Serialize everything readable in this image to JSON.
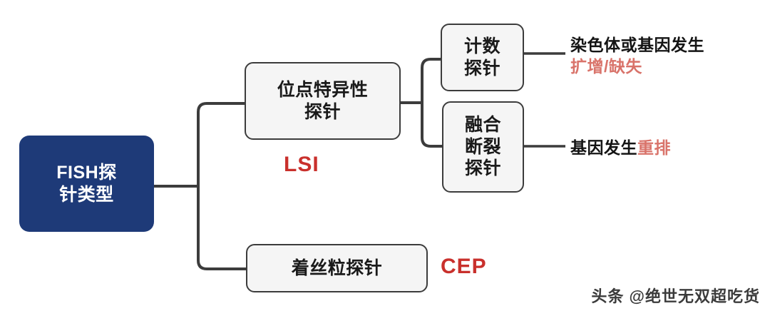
{
  "diagram": {
    "type": "tree",
    "title_node": {
      "id": "root",
      "label": "FISH探针\n针类型",
      "line1": "FISH探",
      "line2": "针类型",
      "color": "#1e3a78",
      "text_color": "#ffffff"
    },
    "branches": [
      {
        "id": "lsi",
        "line1": "位点特异性",
        "line2": "探针",
        "abbr": "LSI",
        "abbr_color": "#c9302c",
        "children": [
          {
            "id": "counting-probe",
            "line1": "计数",
            "line2": "探针",
            "outcome_plain": "染色体或基因发生",
            "outcome_highlight": "扩增/缺失",
            "highlight_color": "#d9736a"
          },
          {
            "id": "fusion-break-probe",
            "line1": "融合",
            "line2": "断裂",
            "line3": "探针",
            "outcome_plain": "基因发生",
            "outcome_highlight": "重排",
            "highlight_color": "#d9736a"
          }
        ]
      },
      {
        "id": "cep",
        "line1": "着丝粒探针",
        "abbr": "CEP",
        "abbr_color": "#c9302c",
        "children": []
      }
    ],
    "connector_color": "#3c3c3c",
    "node_fill": "#f5f5f5",
    "node_border": "#3c3c3c",
    "background": "#ffffff"
  },
  "watermark": {
    "text": "头条 @绝世无双超吃货"
  }
}
